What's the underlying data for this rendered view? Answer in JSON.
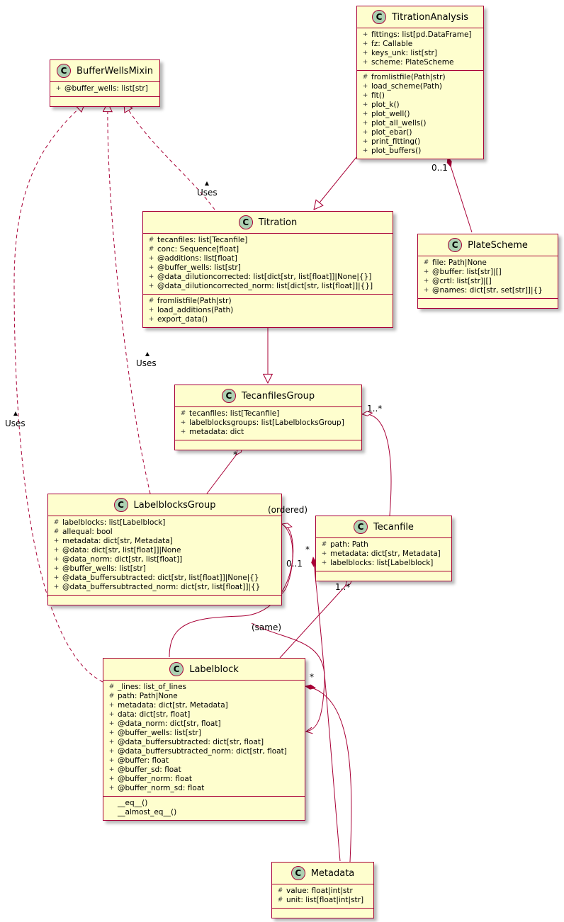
{
  "classes": {
    "TitrationAnalysis": {
      "name": "TitrationAnalysis",
      "fields": [
        {
          "vis": "+",
          "text": "fittings: list[pd.DataFrame]"
        },
        {
          "vis": "+",
          "text": "fz: Callable"
        },
        {
          "vis": "+",
          "text": "keys_unk: list[str]"
        },
        {
          "vis": "+",
          "text": "scheme: PlateScheme"
        }
      ],
      "methods": [
        {
          "vis": "#",
          "text": "fromlistfile(Path|str)"
        },
        {
          "vis": "+",
          "text": "load_scheme(Path)"
        },
        {
          "vis": "+",
          "text": "fit()"
        },
        {
          "vis": "+",
          "text": "plot_k()"
        },
        {
          "vis": "+",
          "text": "plot_well()"
        },
        {
          "vis": "+",
          "text": "plot_all_wells()"
        },
        {
          "vis": "+",
          "text": "plot_ebar()"
        },
        {
          "vis": "+",
          "text": "print_fitting()"
        },
        {
          "vis": "+",
          "text": "plot_buffers()"
        }
      ]
    },
    "BufferWellsMixin": {
      "name": "BufferWellsMixin",
      "fields": [
        {
          "vis": "+",
          "text": "@buffer_wells: list[str]"
        }
      ],
      "methods": []
    },
    "Titration": {
      "name": "Titration",
      "fields": [
        {
          "vis": "#",
          "text": "tecanfiles: list[Tecanfile]"
        },
        {
          "vis": "#",
          "text": "conc: Sequence[float]"
        },
        {
          "vis": "+",
          "text": "@additions: list[float]"
        },
        {
          "vis": "+",
          "text": "@buffer_wells: list[str]"
        },
        {
          "vis": "+",
          "text": "@data_dilutioncorrected: list[dict[str, list[float]]|None|{}]"
        },
        {
          "vis": "+",
          "text": "@data_dilutioncorrected_norm: list[dict[str, list[float]]|{}]"
        }
      ],
      "methods": [
        {
          "vis": "#",
          "text": "fromlistfile(Path|str)"
        },
        {
          "vis": "+",
          "text": "load_additions(Path)"
        },
        {
          "vis": "+",
          "text": "export_data()"
        }
      ]
    },
    "PlateScheme": {
      "name": "PlateScheme",
      "fields": [
        {
          "vis": "#",
          "text": "file: Path|None"
        },
        {
          "vis": "+",
          "text": "@buffer: list[str]|[]"
        },
        {
          "vis": "+",
          "text": "@crtl: list[str]|[]"
        },
        {
          "vis": "+",
          "text": "@names: dict[str, set[str]]|{}"
        }
      ],
      "methods": []
    },
    "TecanfilesGroup": {
      "name": "TecanfilesGroup",
      "fields": [
        {
          "vis": "#",
          "text": "tecanfiles: list[Tecanfile]"
        },
        {
          "vis": "+",
          "text": "labelblocksgroups: list[LabelblocksGroup]"
        },
        {
          "vis": "+",
          "text": "metadata: dict"
        }
      ],
      "methods": []
    },
    "LabelblocksGroup": {
      "name": "LabelblocksGroup",
      "fields": [
        {
          "vis": "#",
          "text": "labelblocks: list[Labelblock]"
        },
        {
          "vis": "#",
          "text": "allequal: bool"
        },
        {
          "vis": "+",
          "text": "metadata: dict[str, Metadata]"
        },
        {
          "vis": "+",
          "text": "@data: dict[str, list[float]]|None"
        },
        {
          "vis": "+",
          "text": "@data_norm: dict[str, list[float]]"
        },
        {
          "vis": "+",
          "text": "@buffer_wells: list[str]"
        },
        {
          "vis": "+",
          "text": "@data_buffersubtracted: dict[str, list[float]]|None|{}"
        },
        {
          "vis": "+",
          "text": "@data_buffersubtracted_norm: dict[str, list[float]]|{}"
        }
      ],
      "methods": []
    },
    "Tecanfile": {
      "name": "Tecanfile",
      "fields": [
        {
          "vis": "#",
          "text": "path: Path"
        },
        {
          "vis": "+",
          "text": "metadata: dict[str, Metadata]"
        },
        {
          "vis": "+",
          "text": "labelblocks: list[Labelblock]"
        }
      ],
      "methods": []
    },
    "Labelblock": {
      "name": "Labelblock",
      "fields": [
        {
          "vis": "#",
          "text": "_lines: list_of_lines"
        },
        {
          "vis": "#",
          "text": "path: Path|None"
        },
        {
          "vis": "+",
          "text": "metadata: dict[str, Metadata]"
        },
        {
          "vis": "+",
          "text": "data: dict[str, float]"
        },
        {
          "vis": "+",
          "text": "@data_norm: dict[str, float]"
        },
        {
          "vis": "+",
          "text": "@buffer_wells: list[str]"
        },
        {
          "vis": "+",
          "text": "@data_buffersubtracted: dict[str, float]"
        },
        {
          "vis": "+",
          "text": "@data_buffersubtracted_norm: dict[str, float]"
        },
        {
          "vis": "+",
          "text": "@buffer: float"
        },
        {
          "vis": "+",
          "text": "@buffer_sd: float"
        },
        {
          "vis": "+",
          "text": "@buffer_norm: float"
        },
        {
          "vis": "+",
          "text": "@buffer_norm_sd: float"
        }
      ],
      "methods": [
        {
          "vis": "",
          "text": "__eq__()"
        },
        {
          "vis": "",
          "text": "__almost_eq__()"
        }
      ]
    },
    "Metadata": {
      "name": "Metadata",
      "fields": [
        {
          "vis": "#",
          "text": "value: float|int|str"
        },
        {
          "vis": "#",
          "text": "unit: list[float|int|str]"
        }
      ],
      "methods": []
    }
  },
  "labels": {
    "uses_1": "Uses",
    "uses_2": "Uses",
    "uses_3": "Uses",
    "mult_analysis_scheme": "0..1",
    "mult_tfg_tecanfile": "1..*",
    "mult_tfg_lbg": "*",
    "ordered": "(ordered)",
    "mult_lbg_self": "0..1",
    "same": "(same)",
    "mult_tecanfile_metadata": "*",
    "mult_tecanfile_labelblock": "1..*",
    "mult_labelblock_metadata": "*"
  },
  "colors": {
    "border": "#a80036",
    "fill": "#fefece",
    "icon": "#add1b2"
  }
}
